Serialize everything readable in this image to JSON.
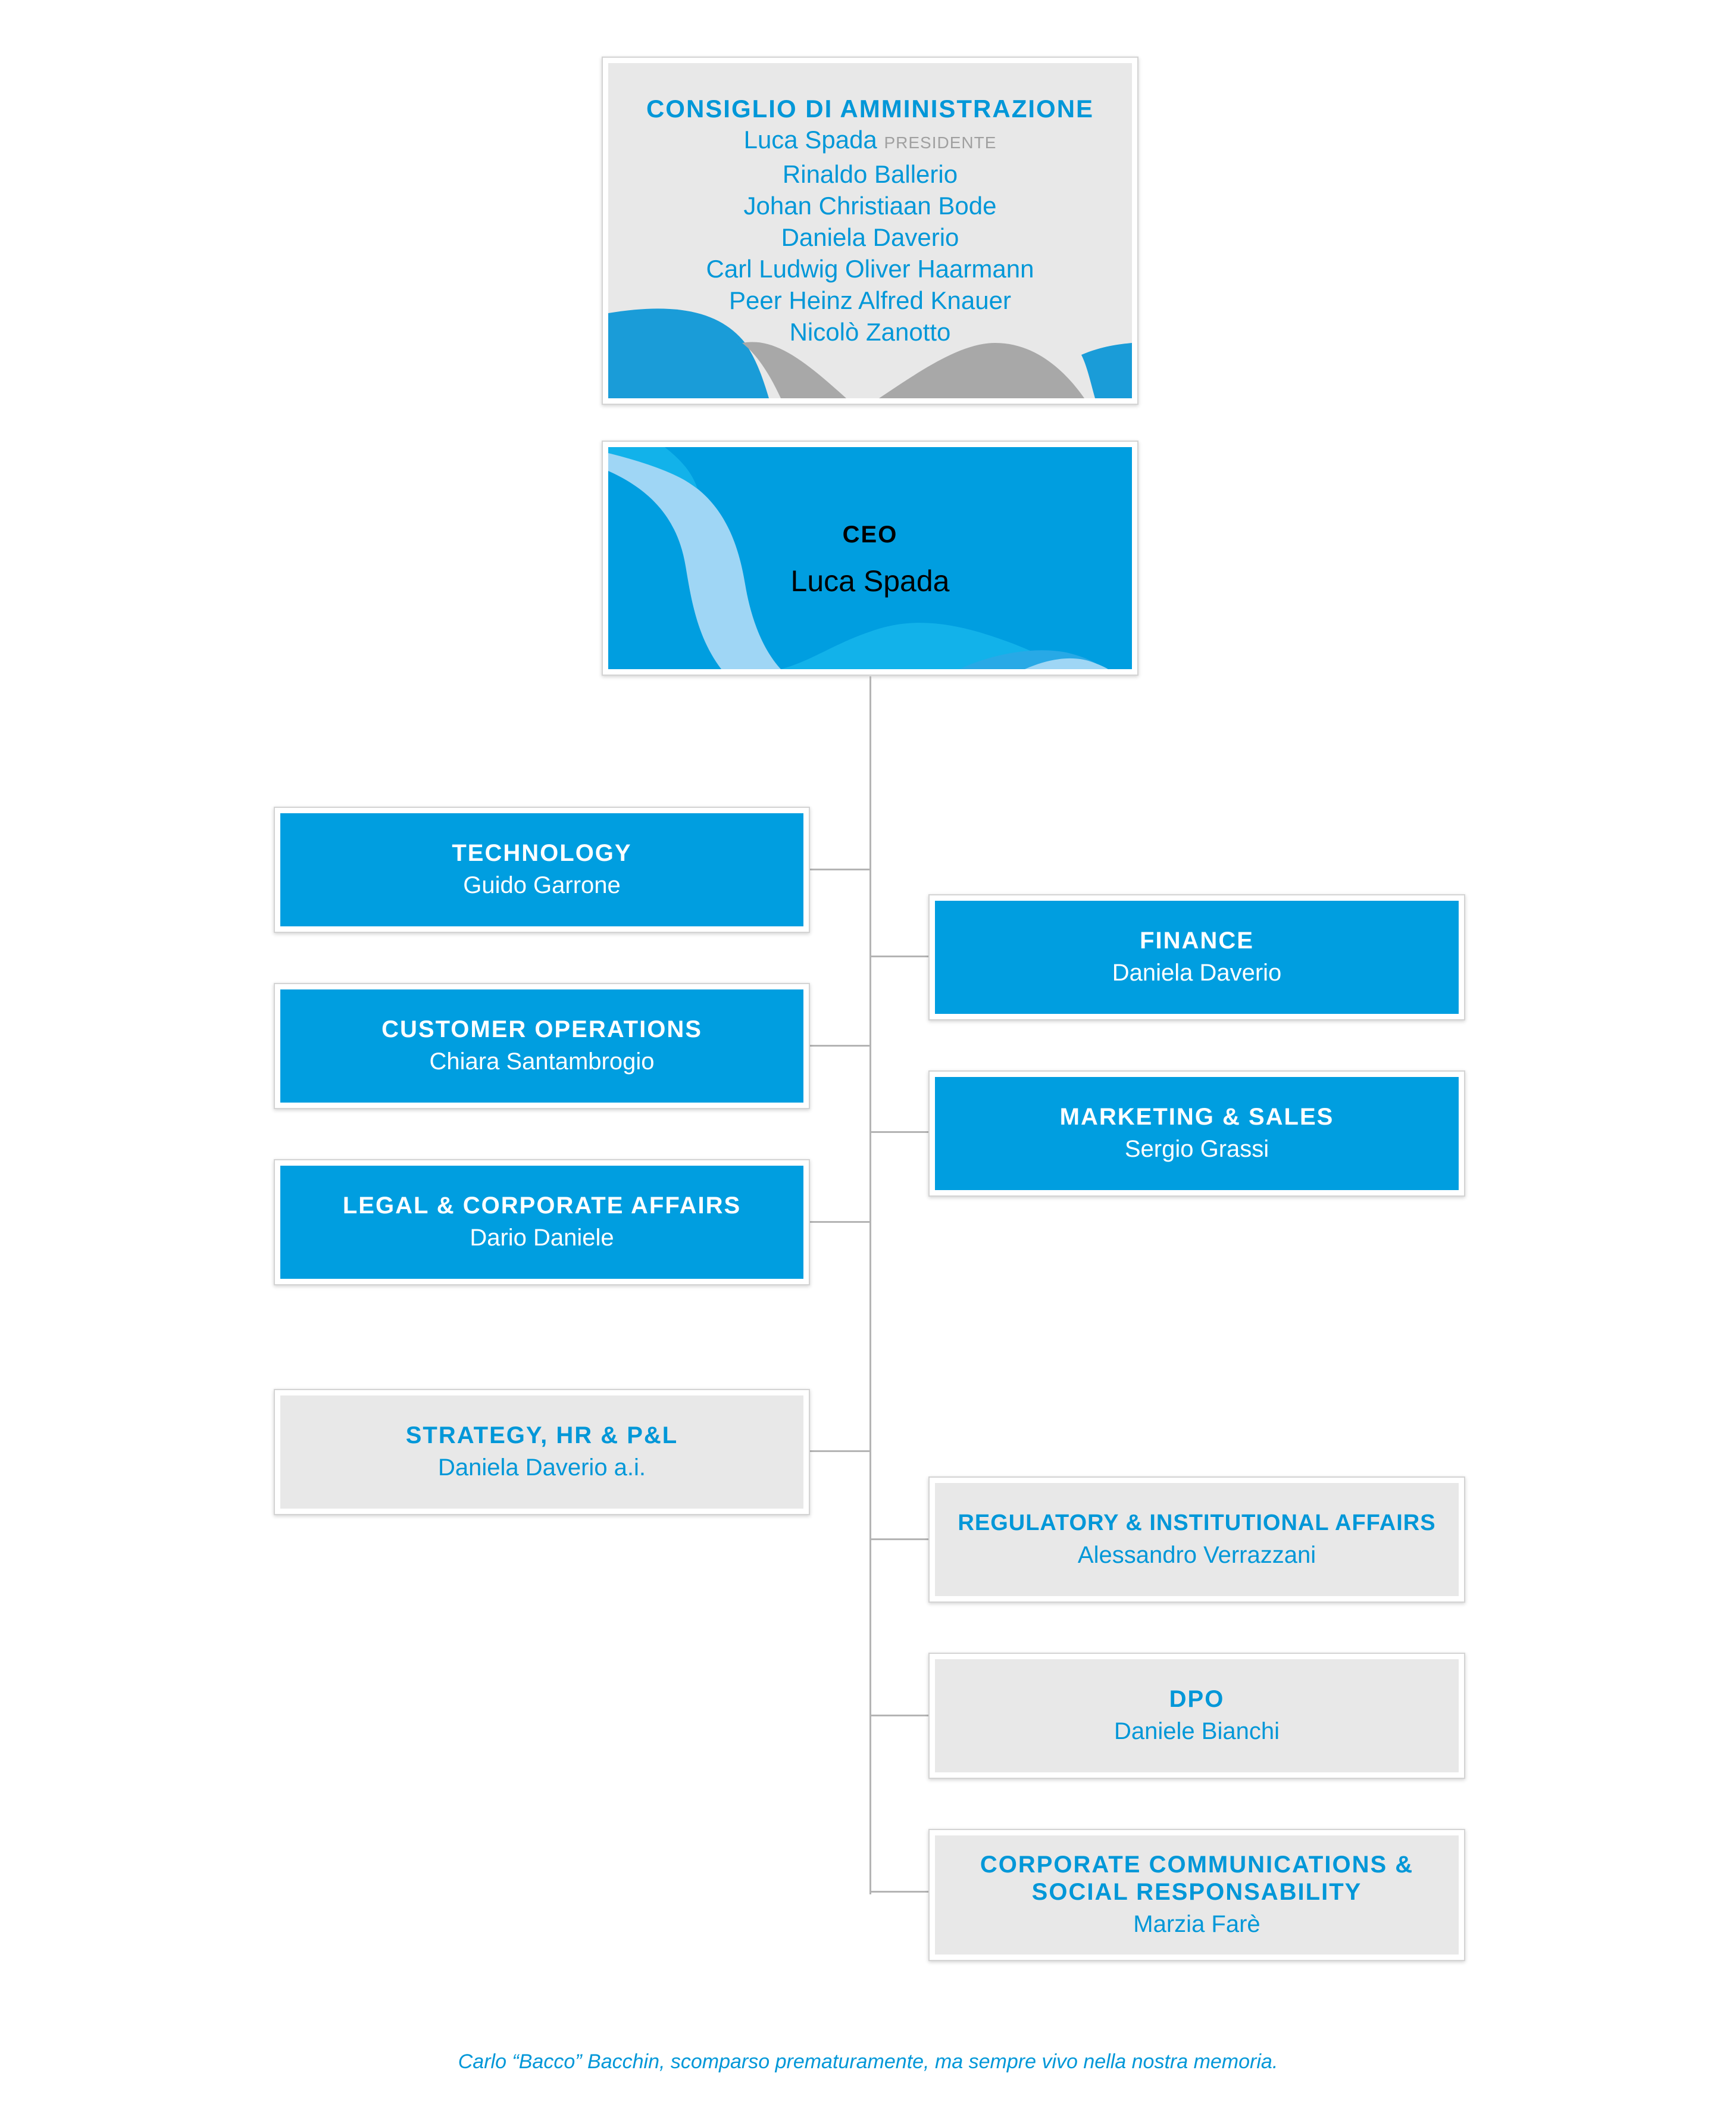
{
  "board": {
    "title": "CONSIGLIO DI  AMMINISTRAZIONE",
    "president": "Luca Spada",
    "president_role": "PRESIDENTE",
    "members": [
      "Rinaldo Ballerio",
      "Johan Christiaan Bode",
      "Daniela Daverio",
      "Carl Ludwig Oliver Haarmann",
      "Peer Heinz Alfred Knauer",
      "Nicolò Zanotto"
    ]
  },
  "ceo": {
    "title": "CEO",
    "name": "Luca Spada"
  },
  "departments": {
    "technology": {
      "title": "TECHNOLOGY",
      "name": "Guido Garrone"
    },
    "finance": {
      "title": "FINANCE",
      "name": "Daniela Daverio"
    },
    "customer_operations": {
      "title": "CUSTOMER OPERATIONS",
      "name": "Chiara Santambrogio"
    },
    "marketing_sales": {
      "title": "MARKETING & SALES",
      "name": "Sergio Grassi"
    },
    "legal": {
      "title": "LEGAL & CORPORATE AFFAIRS",
      "name": "Dario Daniele"
    },
    "strategy": {
      "title": "STRATEGY, HR & P&L",
      "name": "Daniela Daverio a.i."
    },
    "regulatory": {
      "title": "REGULATORY & INSTITUTIONAL AFFAIRS",
      "name": "Alessandro Verrazzani"
    },
    "dpo": {
      "title": "DPO",
      "name": "Daniele Bianchi"
    },
    "communications": {
      "title_line1": "CORPORATE COMMUNICATIONS &",
      "title_line2": "SOCIAL RESPONSABILITY",
      "name": "Marzia Farè"
    }
  },
  "footer": "Carlo “Bacco” Bacchin, scomparso prematuramente, ma sempre vivo nella nostra memoria.",
  "colors": {
    "blue": "#009ee0",
    "grey_box": "#e8e8e8",
    "title_blue": "#0097d8",
    "connector": "#b4b4b4"
  }
}
